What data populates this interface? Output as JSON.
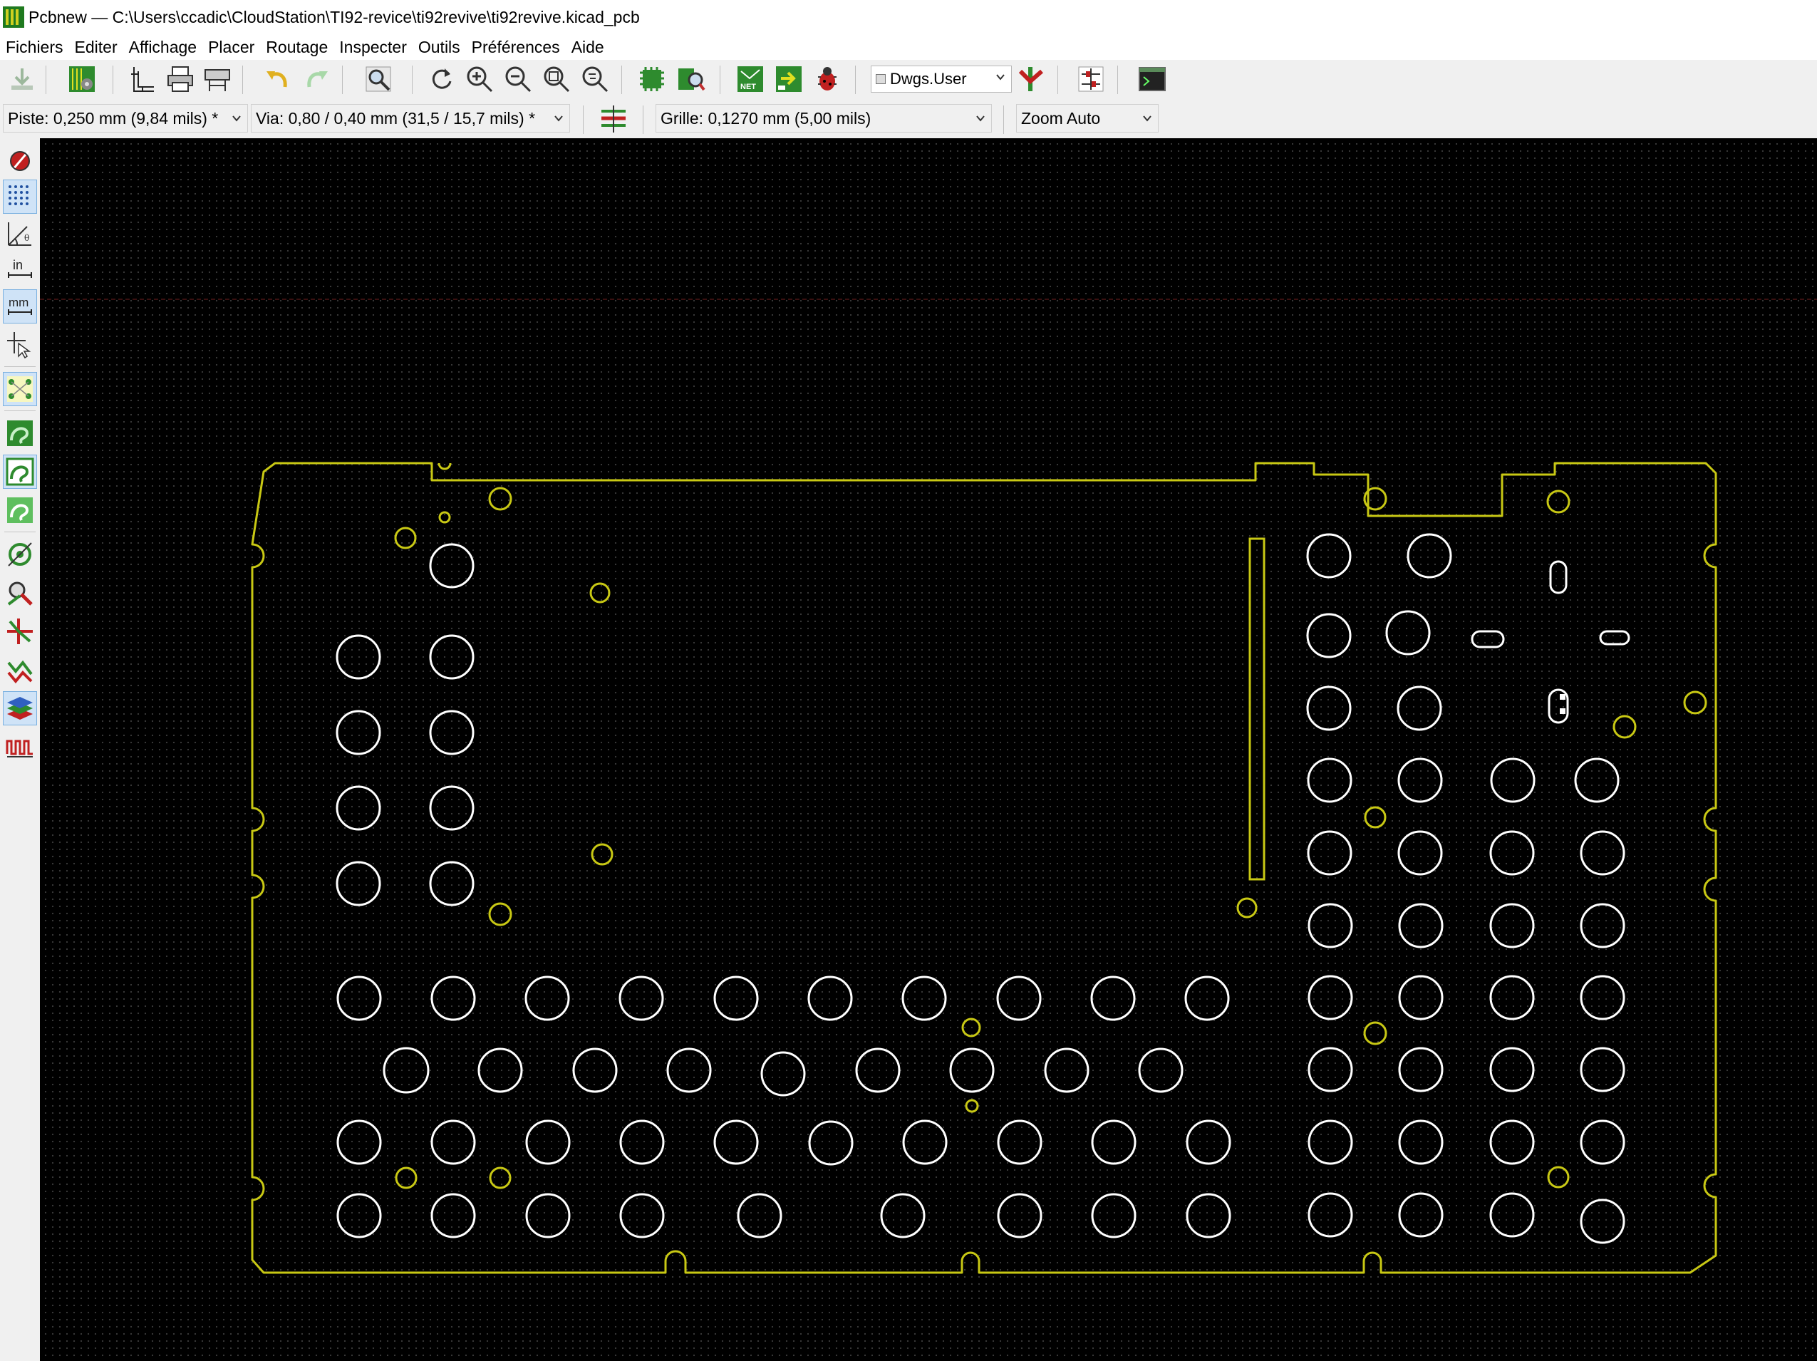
{
  "window": {
    "title": "Pcbnew — C:\\Users\\ccadic\\CloudStation\\TI92-revice\\ti92revive\\ti92revive.kicad_pcb"
  },
  "menu": [
    "Fichiers",
    "Editer",
    "Affichage",
    "Placer",
    "Routage",
    "Inspecter",
    "Outils",
    "Préférences",
    "Aide"
  ],
  "toolbar": {
    "layer_select": "Dwgs.User",
    "icons": [
      "save-board-icon",
      "board-setup-icon",
      "page-settings-icon",
      "print-icon",
      "plot-icon",
      "undo-icon",
      "redo-icon",
      "find-icon",
      "redraw-icon",
      "zoom-in-icon",
      "zoom-out-icon",
      "zoom-fit-icon",
      "zoom-selection-icon",
      "footprint-editor-icon",
      "footprint-browser-icon",
      "netlist-icon",
      "update-pcb-icon",
      "drc-icon",
      "layer-pair-icon",
      "autoroute-icon",
      "scripting-console-icon"
    ]
  },
  "toolbar2": {
    "track_width": "Piste: 0,250 mm (9,84 mils) *",
    "via_size": "Via: 0,80 / 0,40 mm (31,5 / 15,7 mils) *",
    "grid": "Grille: 0,1270 mm (5,00 mils)",
    "zoom": "Zoom Auto"
  },
  "left_toolbar": [
    {
      "name": "drc-markers-toggle",
      "icon": "drc-marker-icon",
      "active": false
    },
    {
      "name": "grid-toggle",
      "icon": "grid-icon",
      "active": true
    },
    {
      "name": "polar-coords-toggle",
      "icon": "polar-coords-icon",
      "active": false
    },
    {
      "name": "units-inch",
      "icon": "inch-units-icon",
      "label": "in",
      "active": false
    },
    {
      "name": "units-mm",
      "icon": "mm-units-icon",
      "label": "mm",
      "active": true
    },
    {
      "name": "cursor-shape-toggle",
      "icon": "cursor-icon",
      "active": false
    },
    {
      "name": "ratsnest-toggle",
      "icon": "ratsnest-icon",
      "active": true
    },
    {
      "name": "zone-fill-toggle",
      "icon": "zone-fill-icon",
      "active": false
    },
    {
      "name": "zone-outline-toggle",
      "icon": "zone-outline-icon",
      "active": true
    },
    {
      "name": "zone-no-fill-toggle",
      "icon": "zone-nofill-icon",
      "active": false
    },
    {
      "name": "pad-sketch-toggle",
      "icon": "pad-sketch-icon",
      "active": false
    },
    {
      "name": "via-sketch-toggle",
      "icon": "via-sketch-icon",
      "active": false
    },
    {
      "name": "track-sketch-toggle",
      "icon": "track-sketch-icon",
      "active": false
    },
    {
      "name": "high-contrast-toggle",
      "icon": "high-contrast-icon",
      "active": false
    },
    {
      "name": "layers-manager-toggle",
      "icon": "layers-manager-icon",
      "active": true
    },
    {
      "name": "microwave-toolbar-toggle",
      "icon": "microwave-icon",
      "active": false
    }
  ],
  "colors": {
    "board_outline": "#c8c814",
    "holes": "#ffffff",
    "canvas_bg": "#000000",
    "grid_dot": "#3a3a3a"
  }
}
